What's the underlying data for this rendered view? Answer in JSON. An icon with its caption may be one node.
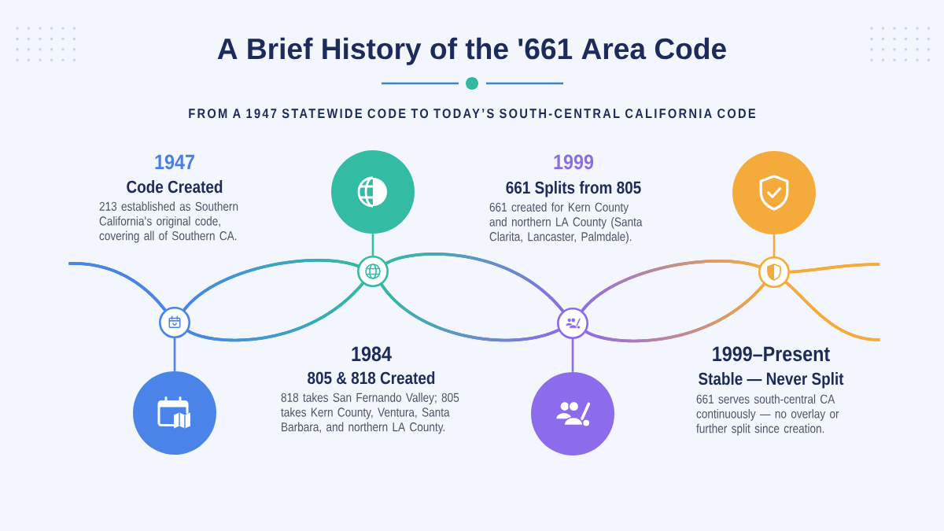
{
  "diagram": {
    "title": "A Brief History of the '661 Area Code",
    "nodes": [
      {
        "text": [],
        "shape": "circle"
      },
      {
        "text": [],
        "shape": "circle"
      },
      {
        "text": [],
        "shape": "circle"
      },
      {
        "text": [],
        "shape": "circle"
      },
      {
        "text": [],
        "shape": "circle"
      },
      {
        "text": [],
        "shape": "circle"
      },
      {
        "text": [],
        "shape": "circle"
      },
      {
        "text": [],
        "shape": "circle"
      }
    ],
    "edges": [
      {
        "from": null,
        "to": 0,
        "arrow": "none",
        "color": "#4a84e8"
      },
      {
        "from": 0,
        "to": 2,
        "arrow": "none",
        "color": "#3fa0c6"
      },
      {
        "from": 0,
        "to": 2,
        "arrow": "none",
        "color": "#3fa0c6"
      },
      {
        "from": 2,
        "to": 4,
        "arrow": "none",
        "color": "#6094c6"
      },
      {
        "from": 2,
        "to": 4,
        "arrow": "none",
        "color": "#6094c6"
      },
      {
        "from": 4,
        "to": 6,
        "arrow": "none",
        "color": "#c08c92"
      },
      {
        "from": 4,
        "to": 6,
        "arrow": "none",
        "color": "#c08c92"
      },
      {
        "from": 6,
        "to": null,
        "arrow": "none",
        "color": "#f5ab3b"
      },
      {
        "from": 6,
        "to": null,
        "arrow": "none",
        "color": "#f5ab3b"
      },
      {
        "from": 0,
        "to": 1,
        "arrow": "none",
        "color": "#4a84e8"
      },
      {
        "from": 2,
        "to": 3,
        "arrow": "none",
        "color": "#33bba3"
      },
      {
        "from": 4,
        "to": 5,
        "arrow": "none",
        "color": "#8c6cea"
      },
      {
        "from": 6,
        "to": 7,
        "arrow": "none",
        "color": "#f5ab3b"
      }
    ],
    "labels": [
      "FROM A 1947 STATEWIDE CODE TO TODAY’S SOUTH-CENTRAL CALIFORNIA CODE",
      "1947",
      "Code Created",
      "213 established as Southern California's original code, covering all of Southern CA.",
      "1999",
      "661 Splits from 805",
      "661 created for Kern County and northern LA County (Santa Clarita, Lancaster, Palmdale).",
      "1984",
      "805 & 818 Created",
      "818 takes San Fernando Valley; 805 takes Kern County, Ventura, Santa Barbara, and northern LA County.",
      "1999–Present",
      "Stable — Never Split",
      "661 serves south-central CA continuously — no overlay or further split since creation."
    ]
  }
}
